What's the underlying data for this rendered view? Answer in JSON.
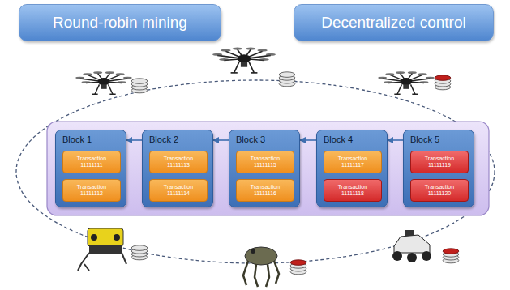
{
  "diagram": {
    "nodes": [
      {
        "text": [
          "Round-robin mining"
        ]
      },
      {
        "text": [
          "Decentralized control"
        ]
      },
      {
        "text": [
          "Block 1"
        ]
      },
      {
        "text": [
          "Transaction 11111111"
        ],
        "in": 2
      },
      {
        "text": [
          "Transaction 11111112"
        ],
        "in": 2
      },
      {
        "text": [
          "Block 2"
        ]
      },
      {
        "text": [
          "Transaction 11111113"
        ],
        "in": 5
      },
      {
        "text": [
          "Transaction 11111114"
        ],
        "in": 5
      },
      {
        "text": [
          "Block 3"
        ]
      },
      {
        "text": [
          "Transaction 11111115"
        ],
        "in": 8
      },
      {
        "text": [
          "Transaction 11111116"
        ],
        "in": 8
      },
      {
        "text": [
          "Block 4"
        ]
      },
      {
        "text": [
          "Transaction 11111117"
        ],
        "in": 11
      },
      {
        "text": [
          "Transaction 11111118"
        ],
        "in": 11
      },
      {
        "text": [
          "Block 5"
        ]
      },
      {
        "text": [
          "Transaction 11111119"
        ],
        "in": 14
      },
      {
        "text": [
          "Transaction 11111120"
        ],
        "in": 14
      }
    ],
    "edges": [
      {
        "from": 5,
        "to": 2,
        "arrow": "to"
      },
      {
        "from": 8,
        "to": 5,
        "arrow": "to"
      },
      {
        "from": 11,
        "to": 8,
        "arrow": "to"
      },
      {
        "from": 14,
        "to": 11,
        "arrow": "to"
      }
    ]
  }
}
